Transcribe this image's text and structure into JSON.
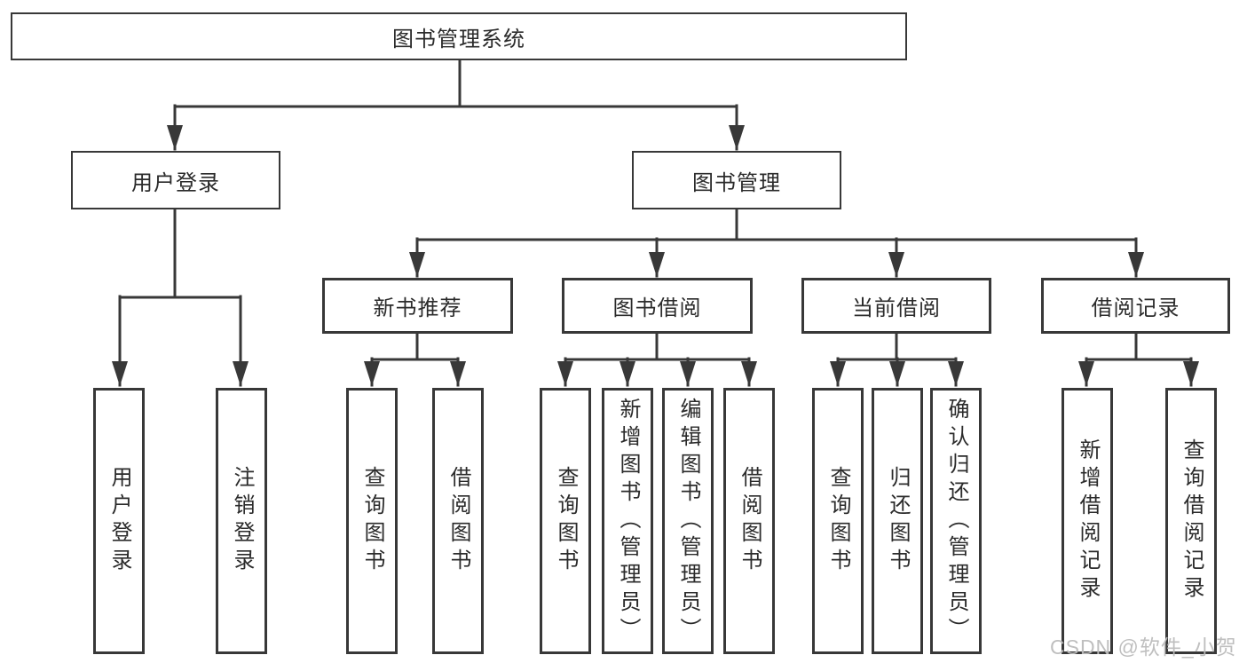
{
  "diagram": {
    "root": {
      "label": "图书管理系统"
    },
    "login": {
      "label": "用户登录",
      "children": [
        {
          "label": "用户登录"
        },
        {
          "label": "注销登录"
        }
      ]
    },
    "mgmt": {
      "label": "图书管理",
      "children": [
        {
          "label": "新书推荐",
          "children": [
            {
              "label": "查询图书"
            },
            {
              "label": "借阅图书"
            }
          ]
        },
        {
          "label": "图书借阅",
          "children": [
            {
              "label": "查询图书"
            },
            {
              "label": "新增图书（管理员）"
            },
            {
              "label": "编辑图书（管理员）"
            },
            {
              "label": "借阅图书"
            }
          ]
        },
        {
          "label": "当前借阅",
          "children": [
            {
              "label": "查询图书"
            },
            {
              "label": "归还图书"
            },
            {
              "label": "确认归还（管理员）"
            }
          ]
        },
        {
          "label": "借阅记录",
          "children": [
            {
              "label": "新增借阅记录"
            },
            {
              "label": "查询借阅记录"
            }
          ]
        }
      ]
    }
  },
  "watermark": {
    "text": "CSDN @软件_小贺同学"
  },
  "colors": {
    "line": "#383838",
    "text": "#2b2b2b",
    "background": "#ffffff",
    "watermark": "#bcbcbc"
  }
}
